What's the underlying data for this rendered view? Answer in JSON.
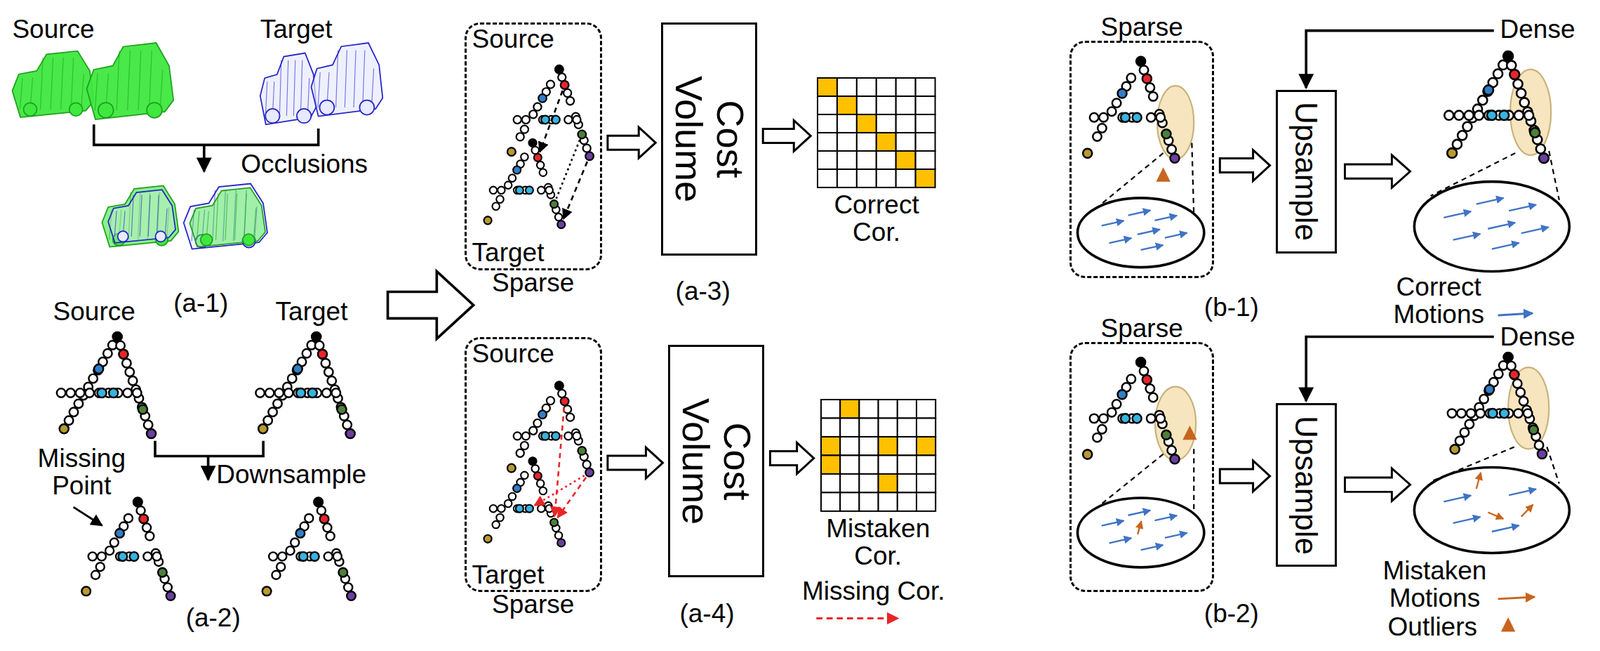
{
  "diagram": {
    "nodes": [
      {
        "text": [
          "Source",
          "Target",
          "Sparse"
        ]
      },
      {
        "text": [
          "Cost Volume"
        ]
      },
      {
        "text": [
          "Correct Cor."
        ]
      },
      {
        "text": [
          "Source",
          "Target",
          "Sparse"
        ]
      },
      {
        "text": [
          "Cost Volume"
        ]
      },
      {
        "text": [
          "Mistaken Cor."
        ]
      },
      {
        "text": [
          "Sparse"
        ]
      },
      {
        "text": [
          "Upsample"
        ]
      },
      {
        "text": [
          "Sparse"
        ]
      },
      {
        "text": [
          "Upsample"
        ]
      }
    ],
    "edges": [
      {
        "from": 0,
        "to": 1,
        "arrow": "to"
      },
      {
        "from": 1,
        "to": 2,
        "arrow": "to"
      },
      {
        "from": 3,
        "to": 4,
        "arrow": "to"
      },
      {
        "from": 4,
        "to": 5,
        "arrow": "to"
      },
      {
        "from": 6,
        "to": 7,
        "arrow": "to"
      },
      {
        "from": 8,
        "to": 9,
        "arrow": "to"
      }
    ],
    "labels": [
      "Source",
      "Target",
      "Occlusions",
      "(a-1)",
      "Source",
      "Target",
      "Missing Point",
      "Downsample",
      "(a-2)",
      "(a-3)",
      "(a-4)",
      "Dense",
      "(b-1)",
      "Dense",
      "(b-2)"
    ],
    "legend": [
      {
        "text": "Missing Cor."
      },
      {
        "text": "Correct Motions"
      },
      {
        "text": "Mistaken Motions"
      },
      {
        "text": "Outliers"
      }
    ]
  }
}
